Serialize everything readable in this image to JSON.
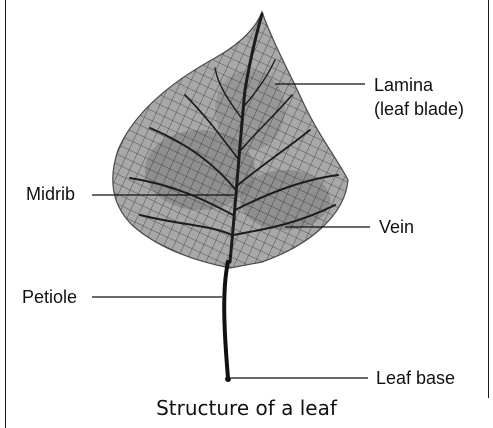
{
  "diagram": {
    "labels": {
      "lamina_line1": "Lamina",
      "lamina_line2": "(leaf blade)",
      "midrib": "Midrib",
      "vein": "Vein",
      "petiole": "Petiole",
      "leaf_base": "Leaf base"
    },
    "caption": "Structure of a leaf"
  }
}
